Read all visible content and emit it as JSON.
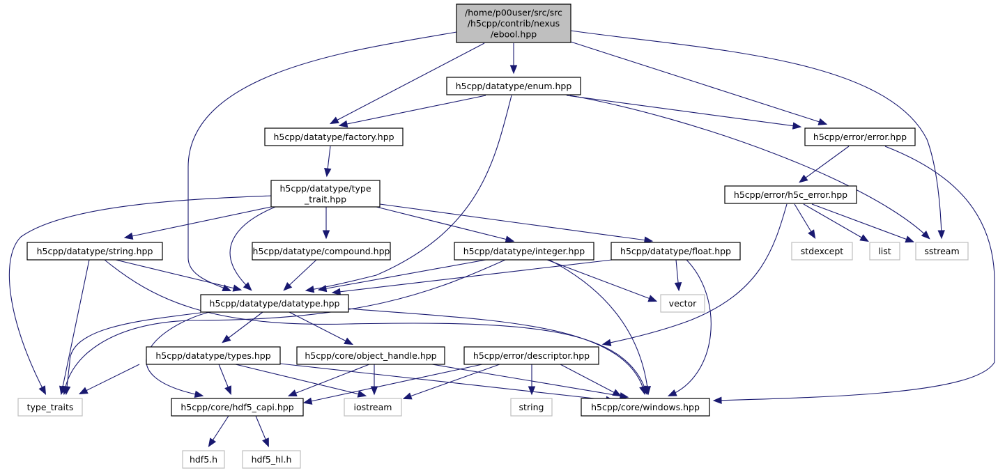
{
  "title": "Include dependency graph for ebool.hpp",
  "colors": {
    "edge": "#191970",
    "main_fill": "#bfbfbf",
    "local_border": "#000000",
    "system_border": "#bfbfbf"
  },
  "nodes": [
    {
      "id": "ebool",
      "kind": "main",
      "lines": [
        "/home/p00user/src/src",
        "/h5cpp/contrib/nexus",
        "/ebool.hpp"
      ]
    },
    {
      "id": "enum",
      "kind": "local",
      "lines": [
        "h5cpp/datatype/enum.hpp"
      ]
    },
    {
      "id": "factory",
      "kind": "local",
      "lines": [
        "h5cpp/datatype/factory.hpp"
      ]
    },
    {
      "id": "error",
      "kind": "local",
      "lines": [
        "h5cpp/error/error.hpp"
      ]
    },
    {
      "id": "type_trait",
      "kind": "local",
      "lines": [
        "h5cpp/datatype/type",
        "_trait.hpp"
      ]
    },
    {
      "id": "h5c_error",
      "kind": "local",
      "lines": [
        "h5cpp/error/h5c_error.hpp"
      ]
    },
    {
      "id": "string_hpp",
      "kind": "local",
      "lines": [
        "h5cpp/datatype/string.hpp"
      ]
    },
    {
      "id": "compound",
      "kind": "local",
      "lines": [
        "h5cpp/datatype/compound.hpp"
      ]
    },
    {
      "id": "integer",
      "kind": "local",
      "lines": [
        "h5cpp/datatype/integer.hpp"
      ]
    },
    {
      "id": "float",
      "kind": "local",
      "lines": [
        "h5cpp/datatype/float.hpp"
      ]
    },
    {
      "id": "stdexcept",
      "kind": "system",
      "lines": [
        "stdexcept"
      ]
    },
    {
      "id": "list",
      "kind": "system",
      "lines": [
        "list"
      ]
    },
    {
      "id": "sstream",
      "kind": "system",
      "lines": [
        "sstream"
      ]
    },
    {
      "id": "datatype",
      "kind": "local",
      "lines": [
        "h5cpp/datatype/datatype.hpp"
      ]
    },
    {
      "id": "vector",
      "kind": "system",
      "lines": [
        "vector"
      ]
    },
    {
      "id": "types",
      "kind": "local",
      "lines": [
        "h5cpp/datatype/types.hpp"
      ]
    },
    {
      "id": "object_handle",
      "kind": "local",
      "lines": [
        "h5cpp/core/object_handle.hpp"
      ]
    },
    {
      "id": "descriptor",
      "kind": "local",
      "lines": [
        "h5cpp/error/descriptor.hpp"
      ]
    },
    {
      "id": "type_traits",
      "kind": "system",
      "lines": [
        "type_traits"
      ]
    },
    {
      "id": "hdf5_capi",
      "kind": "local",
      "lines": [
        "h5cpp/core/hdf5_capi.hpp"
      ]
    },
    {
      "id": "iostream",
      "kind": "system",
      "lines": [
        "iostream"
      ]
    },
    {
      "id": "string_sys",
      "kind": "system",
      "lines": [
        "string"
      ]
    },
    {
      "id": "windows",
      "kind": "local",
      "lines": [
        "h5cpp/core/windows.hpp"
      ]
    },
    {
      "id": "hdf5_h",
      "kind": "system",
      "lines": [
        "hdf5.h"
      ]
    },
    {
      "id": "hdf5_hl_h",
      "kind": "system",
      "lines": [
        "hdf5_hl.h"
      ]
    }
  ],
  "edges": [
    [
      "ebool",
      "enum"
    ],
    [
      "ebool",
      "factory"
    ],
    [
      "ebool",
      "error"
    ],
    [
      "ebool",
      "datatype"
    ],
    [
      "ebool",
      "sstream"
    ],
    [
      "enum",
      "factory"
    ],
    [
      "enum",
      "error"
    ],
    [
      "enum",
      "datatype"
    ],
    [
      "enum",
      "sstream"
    ],
    [
      "factory",
      "type_trait"
    ],
    [
      "error",
      "h5c_error"
    ],
    [
      "error",
      "windows"
    ],
    [
      "h5c_error",
      "stdexcept"
    ],
    [
      "h5c_error",
      "list"
    ],
    [
      "h5c_error",
      "sstream"
    ],
    [
      "h5c_error",
      "descriptor"
    ],
    [
      "type_trait",
      "string_hpp"
    ],
    [
      "type_trait",
      "compound"
    ],
    [
      "type_trait",
      "integer"
    ],
    [
      "type_trait",
      "float"
    ],
    [
      "type_trait",
      "datatype"
    ],
    [
      "type_trait",
      "type_traits"
    ],
    [
      "string_hpp",
      "datatype"
    ],
    [
      "string_hpp",
      "type_traits"
    ],
    [
      "string_hpp",
      "windows"
    ],
    [
      "compound",
      "datatype"
    ],
    [
      "integer",
      "datatype"
    ],
    [
      "integer",
      "vector"
    ],
    [
      "integer",
      "windows"
    ],
    [
      "integer",
      "type_traits"
    ],
    [
      "float",
      "datatype"
    ],
    [
      "float",
      "vector"
    ],
    [
      "float",
      "windows"
    ],
    [
      "datatype",
      "types"
    ],
    [
      "datatype",
      "object_handle"
    ],
    [
      "datatype",
      "type_traits"
    ],
    [
      "datatype",
      "hdf5_capi"
    ],
    [
      "datatype",
      "windows"
    ],
    [
      "types",
      "type_traits"
    ],
    [
      "types",
      "hdf5_capi"
    ],
    [
      "types",
      "iostream"
    ],
    [
      "types",
      "windows"
    ],
    [
      "object_handle",
      "hdf5_capi"
    ],
    [
      "object_handle",
      "iostream"
    ],
    [
      "object_handle",
      "windows"
    ],
    [
      "descriptor",
      "hdf5_capi"
    ],
    [
      "descriptor",
      "iostream"
    ],
    [
      "descriptor",
      "string_sys"
    ],
    [
      "descriptor",
      "windows"
    ],
    [
      "hdf5_capi",
      "hdf5_h"
    ],
    [
      "hdf5_capi",
      "hdf5_hl_h"
    ]
  ]
}
